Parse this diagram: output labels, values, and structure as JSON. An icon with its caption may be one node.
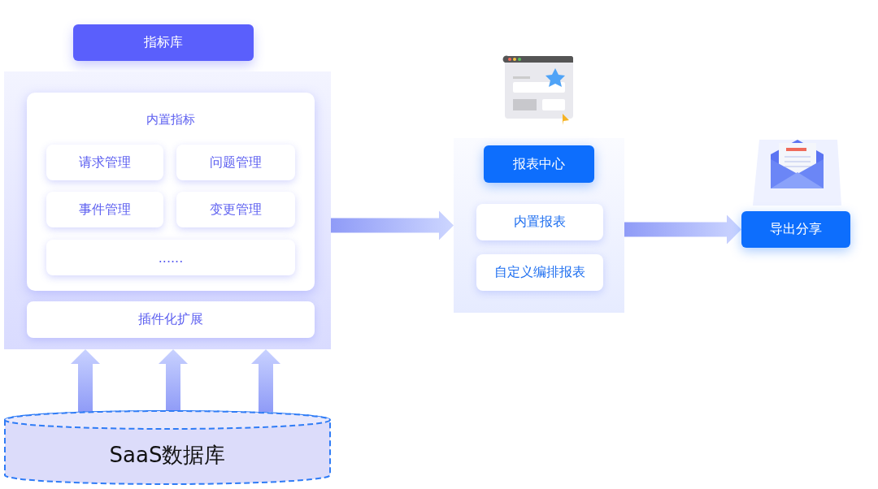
{
  "diagram": {
    "nodes": [
      {
        "text": [
          "指标库"
        ]
      },
      {
        "text": [],
        "shape": "box"
      },
      {
        "text": [
          "内置指标"
        ],
        "in": 1
      },
      {
        "text": [
          "请求管理"
        ],
        "in": 2
      },
      {
        "text": [
          "问题管理"
        ],
        "in": 2
      },
      {
        "text": [
          "事件管理"
        ],
        "in": 2
      },
      {
        "text": [
          "变更管理"
        ],
        "in": 2
      },
      {
        "text": [
          "......"
        ],
        "in": 2
      },
      {
        "text": [
          "插件化扩展"
        ],
        "in": 1
      },
      {
        "text": [
          "SaaS数据库"
        ]
      },
      {
        "text": [],
        "shape": "box"
      },
      {
        "text": [
          "报表中心"
        ],
        "in": 10
      },
      {
        "text": [
          "内置报表"
        ],
        "in": 10
      },
      {
        "text": [
          "自定义编排报表"
        ],
        "in": 10
      },
      {
        "text": [
          "导出分享"
        ]
      }
    ],
    "edges": [
      {
        "from": 9,
        "to": 1,
        "arrow": "to"
      },
      {
        "from": 9,
        "to": 1,
        "arrow": "to"
      },
      {
        "from": 9,
        "to": 1,
        "arrow": "to"
      },
      {
        "from": 1,
        "to": 10,
        "arrow": "to"
      },
      {
        "from": 10,
        "to": 14,
        "arrow": "to"
      }
    ]
  }
}
